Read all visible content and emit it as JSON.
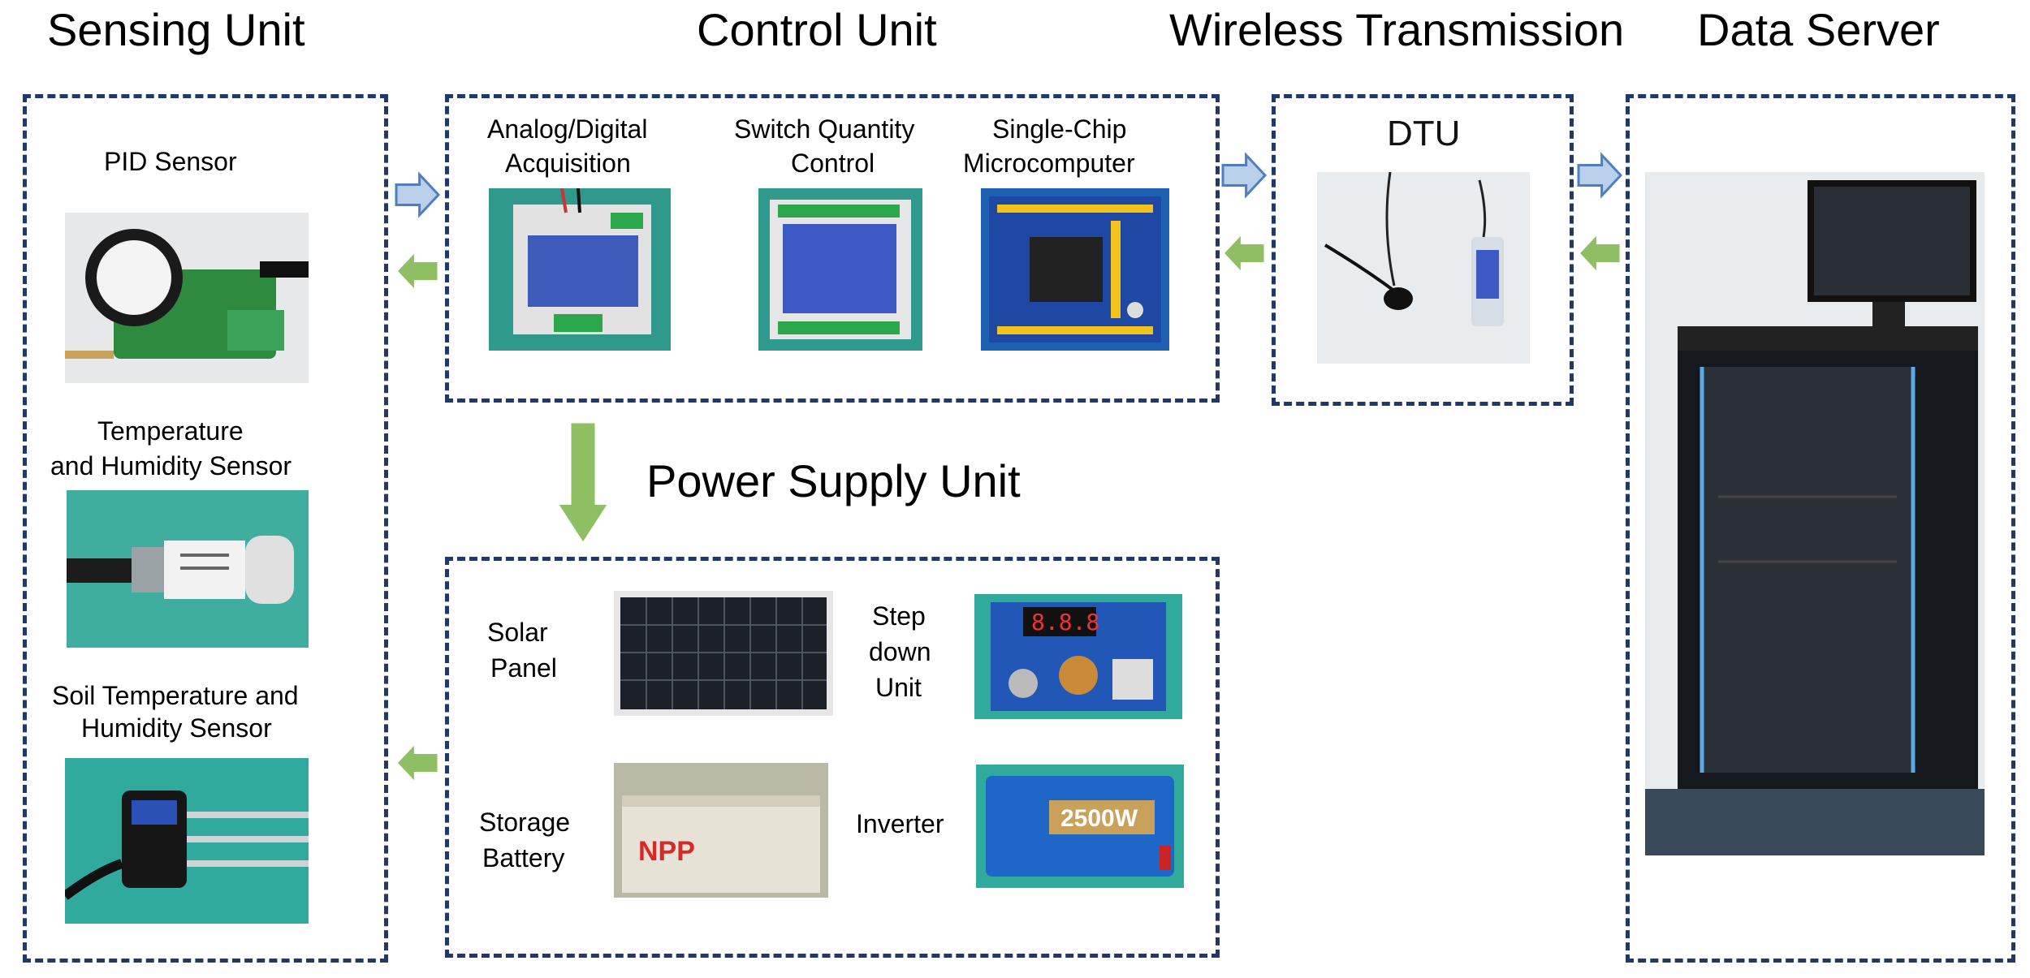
{
  "headings": {
    "sensing": "Sensing Unit",
    "control": "Control Unit",
    "wireless": "Wireless Transmission",
    "server": "Data Server",
    "power": "Power Supply Unit"
  },
  "sensing": {
    "pid": "PID Sensor",
    "th_line1": "Temperature",
    "th_line2": "and Humidity Sensor",
    "soil_line1": "Soil Temperature and",
    "soil_line2": "Humidity Sensor"
  },
  "control": {
    "adc_line1": "Analog/Digital",
    "adc_line2": "Acquisition",
    "switch_line1": "Switch Quantity",
    "switch_line2": "Control",
    "mcu_line1": "Single-Chip",
    "mcu_line2": "Microcomputer"
  },
  "wireless": {
    "dtu": "DTU"
  },
  "power": {
    "solar_line1": "Solar",
    "solar_line2": "Panel",
    "step_line1": "Step",
    "step_line2": "down",
    "step_line3": "Unit",
    "battery_line1": "Storage",
    "battery_line2": "Battery",
    "inverter": "Inverter",
    "inverter_rating": "2500W",
    "battery_brand": "NPP"
  },
  "colors": {
    "border": "#22386b",
    "arrow_blue_fill": "#b9cfea",
    "arrow_blue_stroke": "#4f7fc0",
    "arrow_green_fill": "#8fbf63",
    "arrow_green_stroke": "#ffffff"
  }
}
